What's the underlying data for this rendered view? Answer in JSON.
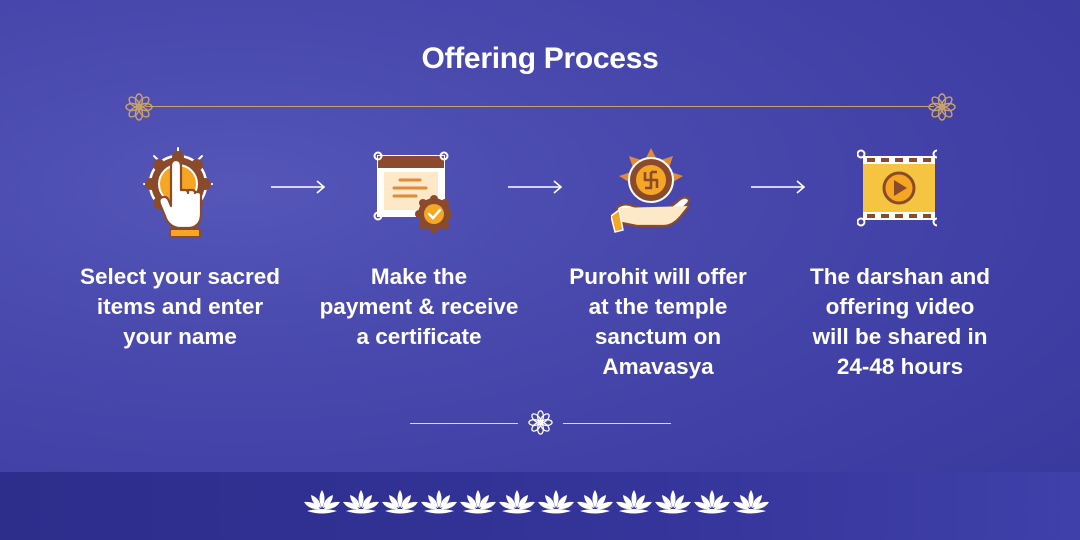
{
  "title": "Offering Process",
  "steps": [
    {
      "icon": "tap-finger-icon",
      "lines": [
        "Select your sacred",
        "items and enter",
        "your name"
      ]
    },
    {
      "icon": "certificate-icon",
      "lines": [
        "Make the",
        "payment & receive",
        "a certificate"
      ]
    },
    {
      "icon": "offering-hand-icon",
      "lines": [
        "Purohit will offer",
        "at the temple",
        "sanctum on",
        "Amavasya"
      ]
    },
    {
      "icon": "video-play-icon",
      "lines": [
        "The darshan and",
        "offering video",
        "will be shared in",
        "24-48 hours"
      ]
    }
  ],
  "colors": {
    "background": "#4848ad",
    "gold": "#c8a26a",
    "orange": "#f5a623",
    "brown": "#8b4a2b",
    "text": "#ffffff"
  }
}
